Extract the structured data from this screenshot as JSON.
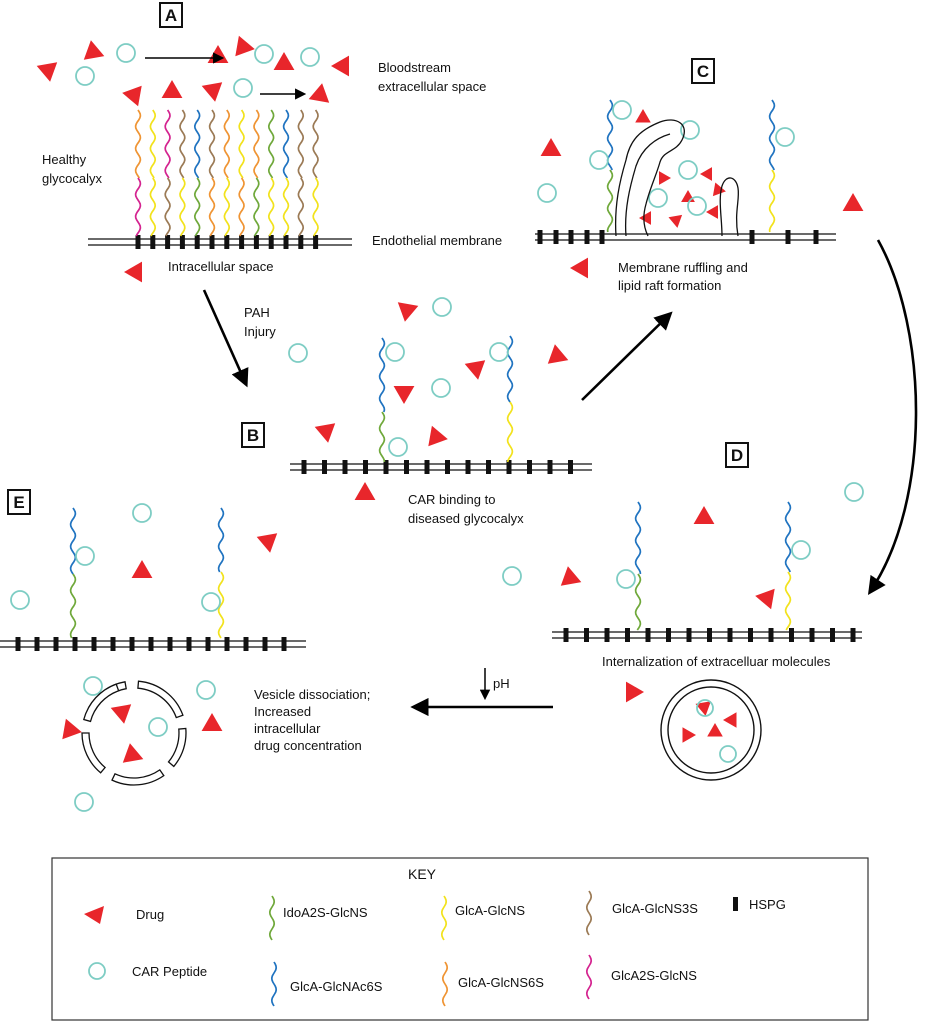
{
  "panels": {
    "a": "A",
    "b": "B",
    "c": "C",
    "d": "D",
    "e": "E"
  },
  "labels": {
    "bloodstream_1": "Bloodstream",
    "bloodstream_2": "extracellular space",
    "healthy_1": "Healthy",
    "healthy_2": "glycocalyx",
    "endothelial": "Endothelial membrane",
    "intracellular": "Intracellular space",
    "pah_1": "PAH",
    "pah_2": "Injury",
    "ruffling_1": "Membrane ruffling and",
    "ruffling_2": "lipid raft formation",
    "car_binding_1": "CAR binding to",
    "car_binding_2": "diseased glycocalyx",
    "internalization": "Internalization of extracelluar molecules",
    "ph": "pH",
    "vesicle_1": "Vesicle dissociation;",
    "vesicle_2": "Increased",
    "vesicle_3": "intracellular",
    "vesicle_4": "drug concentration"
  },
  "key": {
    "title": "KEY",
    "drug": "Drug",
    "car": "CAR Peptide",
    "ido2s": "IdoA2S-GlcNS",
    "glca_glcns": "GlcA-GlcNS",
    "glcns3s": "GlcA-GlcNS3S",
    "hspg": "HSPG",
    "glcnac6s": "GlcA-GlcNAc6S",
    "glcns6s": "GlcA-GlcNS6S",
    "glca2s": "GlcA2S-GlcNS"
  },
  "colors": {
    "drug": "#e8262b",
    "car": "#7ecdc4",
    "IdoA2S-GlcNS": "#6fa83a",
    "GlcA-GlcNS": "#f2e21c",
    "GlcA-GlcNS3S": "#9b7a55",
    "GlcA-GlcNAc6S": "#1f73c0",
    "GlcA-GlcNS6S": "#ef9433",
    "GlcA2S-GlcNS": "#d4238f"
  }
}
